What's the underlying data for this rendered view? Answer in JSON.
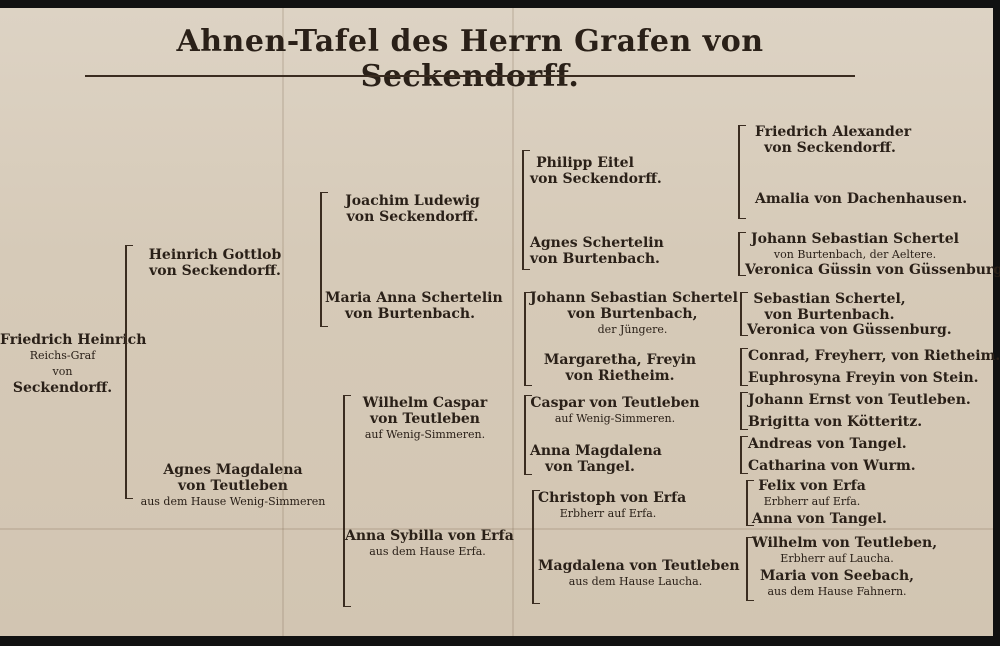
{
  "title": "Ahnen-Tafel des Herrn Grafen von Seckendorff.",
  "proband": [
    "Friedrich Heinrich",
    "Reichs-Graf",
    "von",
    "Seckendorff."
  ],
  "gen1": {
    "father": [
      "Heinrich Gottlob",
      "von Seckendorff."
    ],
    "mother": [
      "Agnes Magdalena",
      "von Teutleben",
      "aus dem Hause Wenig-Simmeren"
    ]
  },
  "gen2": [
    [
      "Joachim Ludewig",
      "von Seckendorff."
    ],
    [
      "Maria Anna Schertelin",
      "von Burtenbach."
    ],
    [
      "Wilhelm Caspar",
      "von Teutleben",
      "auf Wenig-Simmeren."
    ],
    [
      "Anna Sybilla von Erfa",
      "aus dem Hause Erfa."
    ]
  ],
  "gen3": [
    [
      "Philipp Eitel",
      "von Seckendorff."
    ],
    [
      "Agnes Schertelin",
      "von Burtenbach."
    ],
    [
      "Johann Sebastian Schertel",
      "von Burtenbach,",
      "der Jüngere."
    ],
    [
      "Margaretha, Freyin",
      "von Rietheim."
    ],
    [
      "Caspar von Teutleben",
      "auf Wenig-Simmeren."
    ],
    [
      "Anna Magdalena",
      "von Tangel."
    ],
    [
      "Christoph von Erfa",
      "Erbherr auf Erfa."
    ],
    [
      "Magdalena von Teutleben",
      "aus dem Hause Laucha."
    ]
  ],
  "gen4": [
    [
      "Friedrich Alexander",
      "von Seckendorff."
    ],
    [
      "Amalia von Dachenhausen."
    ],
    [
      "Johann Sebastian Schertel",
      "von Burtenbach, der Aeltere."
    ],
    [
      "Veronica Güssin von Güssenburg."
    ],
    [
      "Sebastian Schertel,",
      "von Burtenbach."
    ],
    [
      "Veronica von Güssenburg."
    ],
    [
      "Conrad, Freyherr, von Rietheim."
    ],
    [
      "Euphrosyna Freyin von Stein."
    ],
    [
      "Johann Ernst von Teutleben."
    ],
    [
      "Brigitta von Kötteritz."
    ],
    [
      "Andreas von Tangel."
    ],
    [
      "Catharina von Wurm."
    ],
    [
      "Felix von Erfa",
      "Erbherr auf Erfa."
    ],
    [
      "Anna von Tangel."
    ],
    [
      "Wilhelm von Teutleben,",
      "Erbherr auf Laucha."
    ],
    [
      "Maria von Seebach,",
      "aus dem Hause Fahnern."
    ]
  ]
}
